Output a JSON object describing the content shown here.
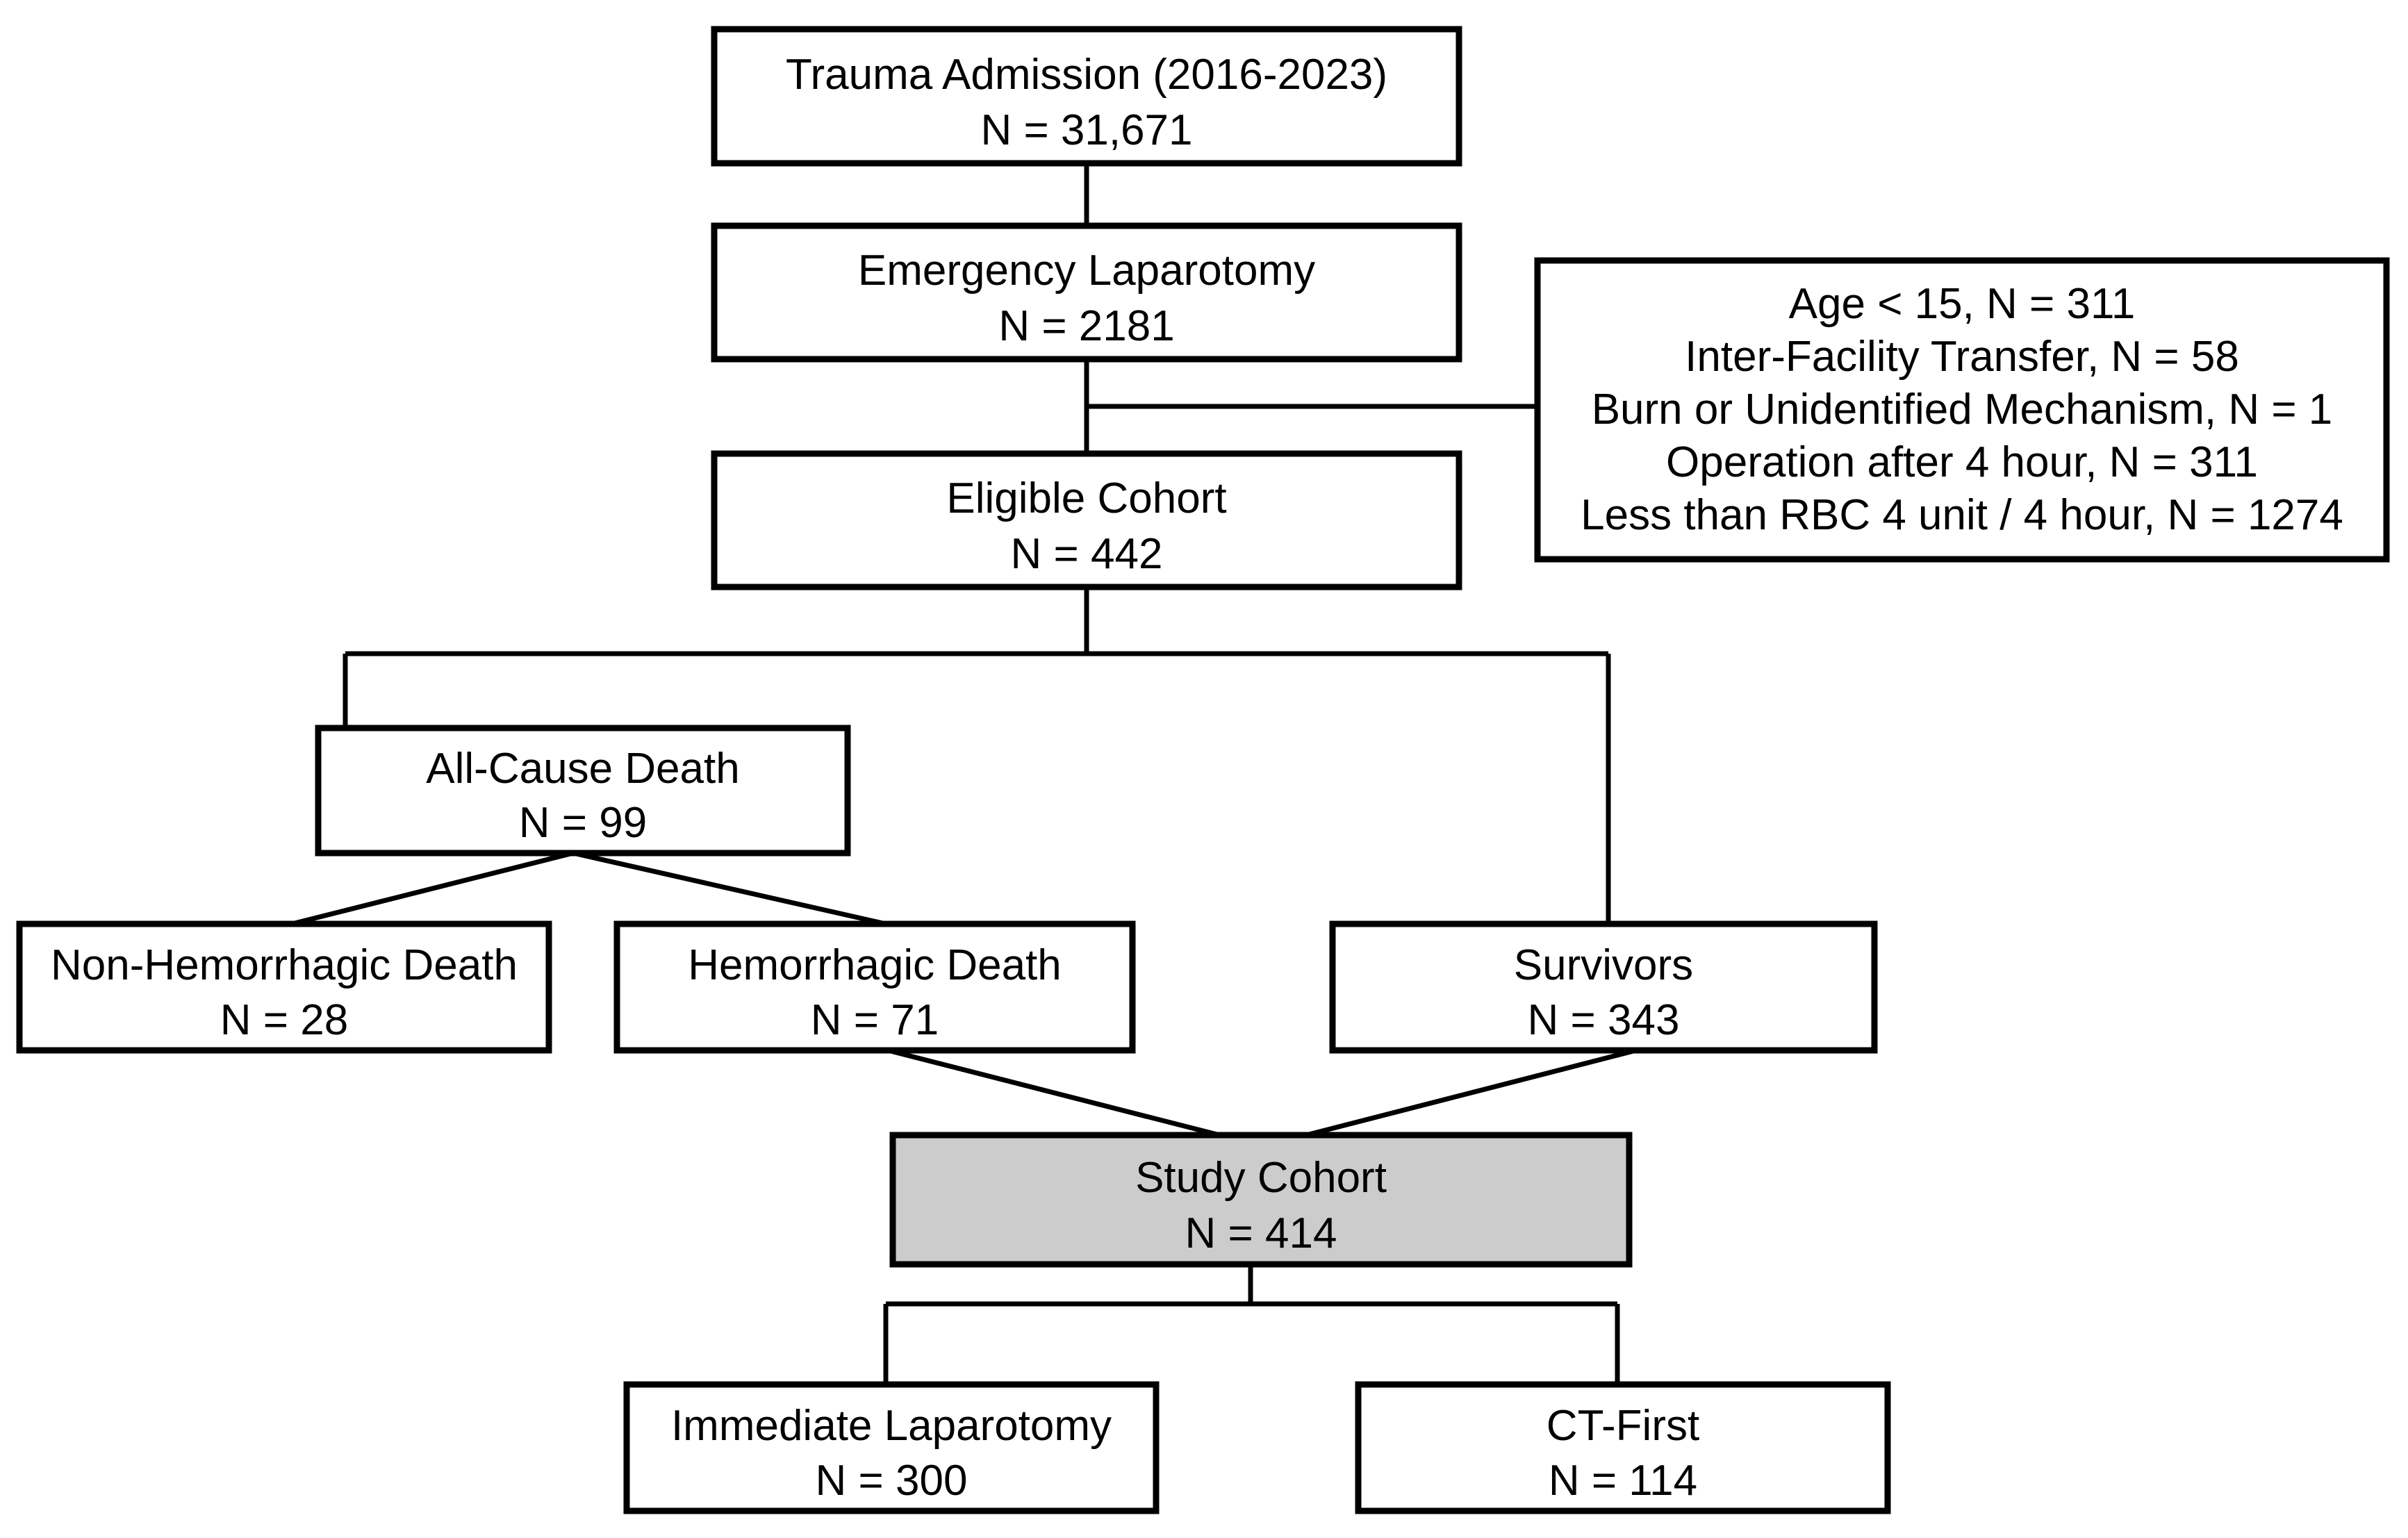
{
  "diagram": {
    "type": "flowchart",
    "title_present": false,
    "colors": {
      "background": "#ffffff",
      "box_stroke": "#000000",
      "box_fill": "#ffffff",
      "highlight_fill": "#cccccc",
      "text": "#000000"
    },
    "nodes": {
      "trauma_admission": {
        "line1": "Trauma Admission (2016-2023)",
        "line2": "N = 31,671"
      },
      "emergency_laparotomy": {
        "line1": "Emergency Laparotomy",
        "line2": "N = 2181"
      },
      "eligible_cohort": {
        "line1": "Eligible Cohort",
        "line2": "N = 442"
      },
      "all_cause_death": {
        "line1": "All-Cause Death",
        "line2": "N = 99"
      },
      "non_hemorrhagic_death": {
        "line1": "Non-Hemorrhagic Death",
        "line2": "N = 28"
      },
      "hemorrhagic_death": {
        "line1": "Hemorrhagic Death",
        "line2": "N = 71"
      },
      "survivors": {
        "line1": "Survivors",
        "line2": "N = 343"
      },
      "study_cohort": {
        "line1": "Study Cohort",
        "line2": "N = 414"
      },
      "immediate_laparotomy": {
        "line1": "Immediate Laparotomy",
        "line2": "N = 300"
      },
      "ct_first": {
        "line1": "CT-First",
        "line2": "N = 114"
      }
    },
    "exclusions": {
      "lines": [
        "Age < 15, N = 311",
        "Inter-Facility Transfer, N = 58",
        "Burn or Unidentified Mechanism, N = 1",
        "Operation after 4 hour, N = 311",
        "Less than RBC 4 unit / 4 hour, N = 1274"
      ]
    }
  }
}
